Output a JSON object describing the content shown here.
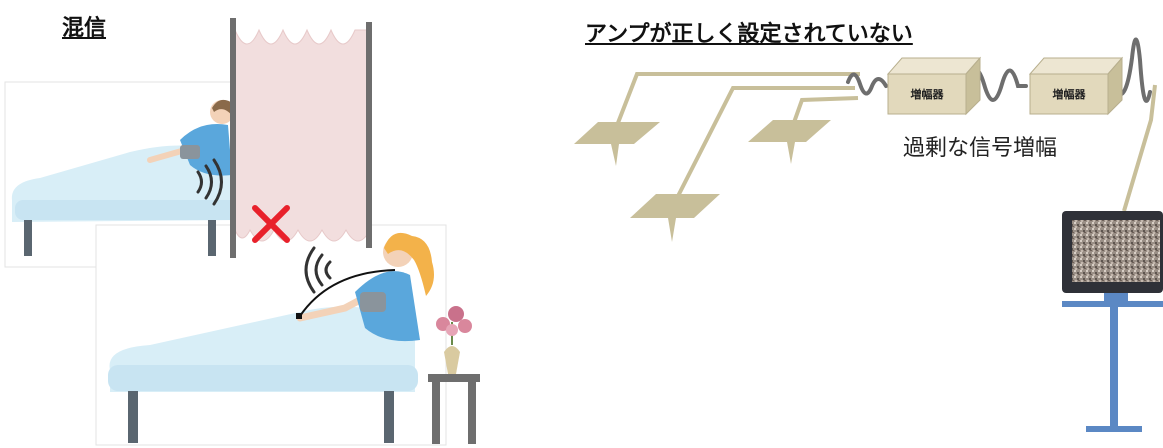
{
  "left_panel": {
    "title": "混信"
  },
  "right_panel": {
    "title": "アンプが正しく設定されていない",
    "amplifiers": [
      {
        "label": "増幅器"
      },
      {
        "label": "増幅器"
      }
    ],
    "annotation": "過剰な信号増幅"
  },
  "colors": {
    "partition": "#f2dede",
    "partition_pole": "#6e6e6e",
    "cross_mark": "#e8212b",
    "cable": "#c8bf9a",
    "bed_sheet": "#d8eef7",
    "monitor_stand": "#5b88c4",
    "patient_gown": "#5aa7dc",
    "patient_hair_1": "#8a6a4a",
    "patient_hair_2": "#f3b24a"
  },
  "icons": [
    "interference-partition",
    "cross-icon",
    "radio-wave-icon",
    "patient-icon",
    "bed-icon",
    "flower-vase-icon",
    "antenna-icon",
    "amplifier-box-icon",
    "noise-monitor-icon"
  ]
}
